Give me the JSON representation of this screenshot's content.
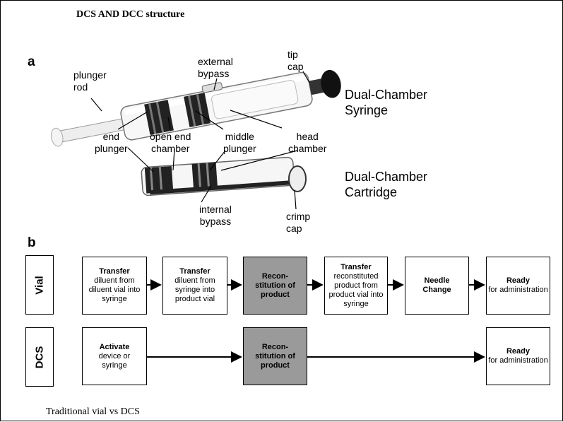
{
  "title": "DCS AND DCC structure",
  "caption": "Traditional vial vs DCS",
  "panel_a": {
    "letter": "a",
    "syringe_name_line1": "Dual-Chamber",
    "syringe_name_line2": "Syringe",
    "cartridge_name_line1": "Dual-Chamber",
    "cartridge_name_line2": "Cartridge",
    "labels": {
      "plunger_rod": [
        "plunger",
        "rod"
      ],
      "external_bypass": [
        "external",
        "bypass"
      ],
      "tip_cap": [
        "tip",
        "cap"
      ],
      "end_plunger": [
        "end",
        "plunger"
      ],
      "open_end_chamber": [
        "open end",
        "chamber"
      ],
      "middle_plunger": [
        "middle",
        "plunger"
      ],
      "head_chamber": [
        "head",
        "chamber"
      ],
      "internal_bypass": [
        "internal",
        "bypass"
      ],
      "crimp_cap": [
        "crimp",
        "cap"
      ]
    }
  },
  "panel_b": {
    "letter": "b",
    "rows": [
      {
        "label": "Vial",
        "steps": [
          {
            "bold": "Transfer",
            "text": "diluent from diluent vial into syringe",
            "shaded": false
          },
          {
            "bold": "Transfer",
            "text": "diluent from syringe into product vial",
            "shaded": false
          },
          {
            "bold": "Recon-stitution of product",
            "text": "",
            "shaded": true
          },
          {
            "bold": "Transfer",
            "text": "reconstituted product from product vial into syringe",
            "shaded": false
          },
          {
            "bold": "Needle Change",
            "text": "",
            "shaded": false
          },
          {
            "bold": "Ready",
            "text": "for administration",
            "shaded": false
          }
        ]
      },
      {
        "label": "DCS",
        "steps": [
          {
            "bold": "Activate",
            "text": "device or syringe",
            "shaded": false
          },
          {
            "bold": "Recon-stitution of product",
            "text": "",
            "shaded": true
          },
          {
            "bold": "Ready",
            "text": "for administration",
            "shaded": false
          }
        ]
      }
    ]
  }
}
